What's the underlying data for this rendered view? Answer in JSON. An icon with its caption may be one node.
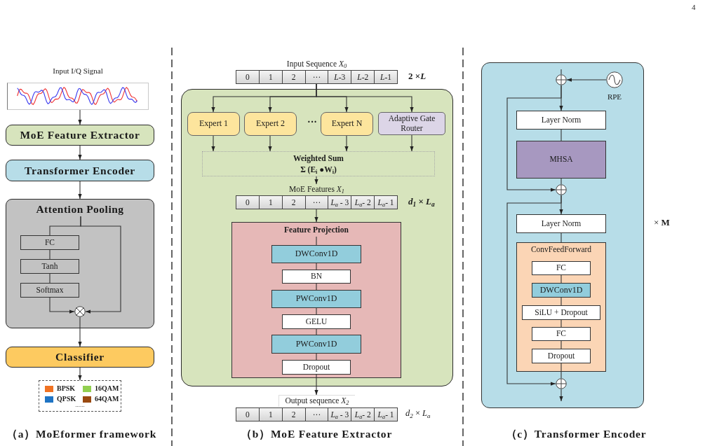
{
  "diagram": {
    "nodes": [
      {
        "text": [
          "Input I/Q Signal"
        ]
      },
      {
        "text": [
          "MoE Feature Extractor"
        ]
      },
      {
        "text": [
          "Transformer Encoder"
        ]
      },
      {
        "text": [
          "Attention Pooling"
        ]
      },
      {
        "text": [
          "FC"
        ],
        "in": 3
      },
      {
        "text": [
          "Tanh"
        ],
        "in": 3
      },
      {
        "text": [
          "Softmax"
        ],
        "in": 3
      },
      {
        "text": [],
        "shape": "circle",
        "in": 3
      },
      {
        "text": [
          "Classifier"
        ]
      },
      {
        "text": [
          "......"
        ]
      },
      {
        "text": [
          "Input Sequence *X*$_{0}$",
          "0",
          "1",
          "2",
          "···",
          "*L*-3",
          "*L*-2",
          "*L*-1"
        ],
        "beside": [
          "2 ×*L*"
        ]
      },
      {
        "text": [],
        "shape": "box"
      },
      {
        "text": [
          "Expert 1"
        ],
        "in": 11
      },
      {
        "text": [
          "Expert 2"
        ],
        "in": 11
      },
      {
        "text": [
          "Expert N"
        ],
        "in": 11
      },
      {
        "text": [
          "Adaptive Gate Router"
        ],
        "in": 11
      },
      {
        "text": [
          "Weighted Sum",
          "Σ (E$_{i}$ ●W$_{i}$)"
        ],
        "in": 11
      },
      {
        "text": [
          "MoE Features *X*$_{1}$",
          "0",
          "1",
          "2",
          "···",
          "*L*$_{a}$ - 3",
          "*L*$_{a}$- 2",
          "*L*$_{a}$- 1"
        ],
        "in": 11,
        "beside": [
          "*d*$_{1}$ × *L*$_{a}$"
        ]
      },
      {
        "text": [
          "Feature Projection"
        ],
        "in": 11
      },
      {
        "text": [
          "DWConv1D"
        ],
        "in": 18
      },
      {
        "text": [
          "BN"
        ],
        "in": 18
      },
      {
        "text": [
          "PWConv1D"
        ],
        "in": 18
      },
      {
        "text": [
          "GELU"
        ],
        "in": 18
      },
      {
        "text": [
          "PWConv1D"
        ],
        "in": 18
      },
      {
        "text": [
          "Dropout"
        ],
        "in": 18
      },
      {
        "text": [
          "Output sequence *X*$_{2}$",
          "0",
          "1",
          "2",
          "···",
          "*L*$_{a}$ - 3",
          "*L*$_{a}$- 2",
          "*L*$_{a}$- 1"
        ],
        "beside": [
          "*d*$_{2}$ × *L*$_{a}$"
        ]
      },
      {
        "text": [],
        "shape": "box",
        "beside": [
          "× **M**"
        ]
      },
      {
        "text": [],
        "shape": "circle",
        "in": 26
      },
      {
        "text": [],
        "shape": "circle",
        "in": 26,
        "beside": [
          "RPE"
        ]
      },
      {
        "text": [
          "Layer Norm"
        ],
        "in": 26
      },
      {
        "text": [
          "MHSA"
        ],
        "in": 26
      },
      {
        "text": [],
        "shape": "circle",
        "in": 26
      },
      {
        "text": [
          "Layer Norm"
        ],
        "in": 26
      },
      {
        "text": [
          "ConvFeedForward"
        ],
        "in": 26
      },
      {
        "text": [
          "FC"
        ],
        "in": 33
      },
      {
        "text": [
          "DWConv1D"
        ],
        "in": 33
      },
      {
        "text": [
          "SiLU + Dropout"
        ],
        "in": 33
      },
      {
        "text": [
          "FC"
        ],
        "in": 33
      },
      {
        "text": [
          "Dropout"
        ],
        "in": 33
      },
      {
        "text": [],
        "shape": "circle",
        "in": 26
      }
    ],
    "edges": [
      {
        "from": 0,
        "to": 1,
        "arrow": "to"
      },
      {
        "from": 1,
        "to": 2,
        "arrow": "to"
      },
      {
        "from": 2,
        "to": 3,
        "arrow": "to"
      },
      {
        "from": null,
        "to": 4,
        "arrow": "none"
      },
      {
        "from": null,
        "to": 7,
        "arrow": "to"
      },
      {
        "from": 4,
        "to": 5,
        "arrow": "none"
      },
      {
        "from": 5,
        "to": 6,
        "arrow": "none"
      },
      {
        "from": 6,
        "to": 7,
        "arrow": "to"
      },
      {
        "from": 7,
        "to": 8,
        "arrow": "to"
      },
      {
        "from": 8,
        "to": 9,
        "arrow": "to"
      },
      {
        "from": 10,
        "to": 12,
        "arrow": "to"
      },
      {
        "from": 10,
        "to": 13,
        "arrow": "to"
      },
      {
        "from": 10,
        "to": 14,
        "arrow": "to"
      },
      {
        "from": 10,
        "to": 15,
        "arrow": "to"
      },
      {
        "from": 12,
        "to": 16,
        "arrow": "to"
      },
      {
        "from": 13,
        "to": 16,
        "arrow": "to"
      },
      {
        "from": 14,
        "to": 16,
        "arrow": "to"
      },
      {
        "from": 15,
        "to": 16,
        "arrow": "to"
      },
      {
        "from": 16,
        "to": 17,
        "arrow": "to"
      },
      {
        "from": 17,
        "to": 18,
        "arrow": "to"
      },
      {
        "from": null,
        "to": 19,
        "arrow": "none"
      },
      {
        "from": 19,
        "to": 20,
        "arrow": "none"
      },
      {
        "from": 20,
        "to": 21,
        "arrow": "none"
      },
      {
        "from": 21,
        "to": 22,
        "arrow": "none"
      },
      {
        "from": 22,
        "to": 23,
        "arrow": "none"
      },
      {
        "from": 23,
        "to": 24,
        "arrow": "none"
      },
      {
        "from": 24,
        "to": 25,
        "arrow": "to"
      },
      {
        "from": null,
        "to": 27,
        "arrow": "none"
      },
      {
        "from": 28,
        "to": 27,
        "arrow": "to"
      },
      {
        "from": 27,
        "to": 29,
        "arrow": "to"
      },
      {
        "from": 27,
        "to": 31,
        "arrow": "to"
      },
      {
        "from": 29,
        "to": 30,
        "arrow": "none"
      },
      {
        "from": 30,
        "to": 31,
        "arrow": "none"
      },
      {
        "from": 31,
        "to": 32,
        "arrow": "to"
      },
      {
        "from": 31,
        "to": 39,
        "arrow": "to"
      },
      {
        "from": 32,
        "to": 33,
        "arrow": "none"
      },
      {
        "from": 34,
        "to": 35,
        "arrow": "none"
      },
      {
        "from": 35,
        "to": 36,
        "arrow": "none"
      },
      {
        "from": 36,
        "to": 37,
        "arrow": "none"
      },
      {
        "from": 37,
        "to": 38,
        "arrow": "none"
      },
      {
        "from": 38,
        "to": 39,
        "arrow": "none"
      },
      {
        "from": 39,
        "to": null,
        "arrow": "to"
      }
    ],
    "labels": [
      "4",
      "···",
      "（a）MoEformer framework",
      "（b）MoE Feature Extractor",
      "（c）Transformer Encoder"
    ],
    "legend": [
      {
        "text": "BPSK",
        "color": "#f07222"
      },
      {
        "text": "16QAM",
        "color": "#92d050"
      },
      {
        "text": "QPSK",
        "color": "#1f74c4"
      },
      {
        "text": "64QAM",
        "color": "#9a4a10"
      }
    ]
  }
}
